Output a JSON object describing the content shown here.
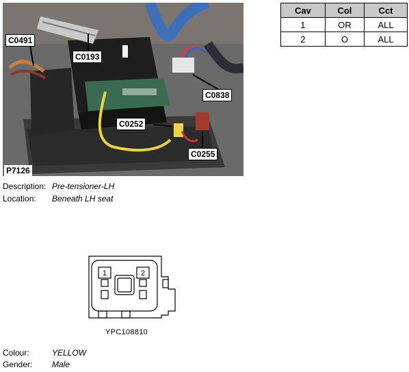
{
  "photo": {
    "ref": "P7126",
    "callouts": {
      "c0491": "C0491",
      "c0193": "C0193",
      "c0838": "C0838",
      "c0252": "C0252",
      "c0255": "C0255"
    },
    "module_label": ""
  },
  "pin_table": {
    "headers": [
      "Cav",
      "Col",
      "Cct"
    ],
    "rows": [
      {
        "cav": "1",
        "col": "OR",
        "cct": "ALL"
      },
      {
        "cav": "2",
        "col": "O",
        "cct": "ALL"
      }
    ]
  },
  "description": {
    "label": "Description:",
    "value": "Pre-tensioner-LH"
  },
  "location": {
    "label": "Location:",
    "value": "Beneath LH seat"
  },
  "drawing": {
    "code": "YPC108810",
    "pin_labels": [
      "1",
      "2"
    ]
  },
  "colour": {
    "label": "Colour:",
    "value": "YELLOW"
  },
  "gender": {
    "label": "Gender:",
    "value": "Male"
  }
}
